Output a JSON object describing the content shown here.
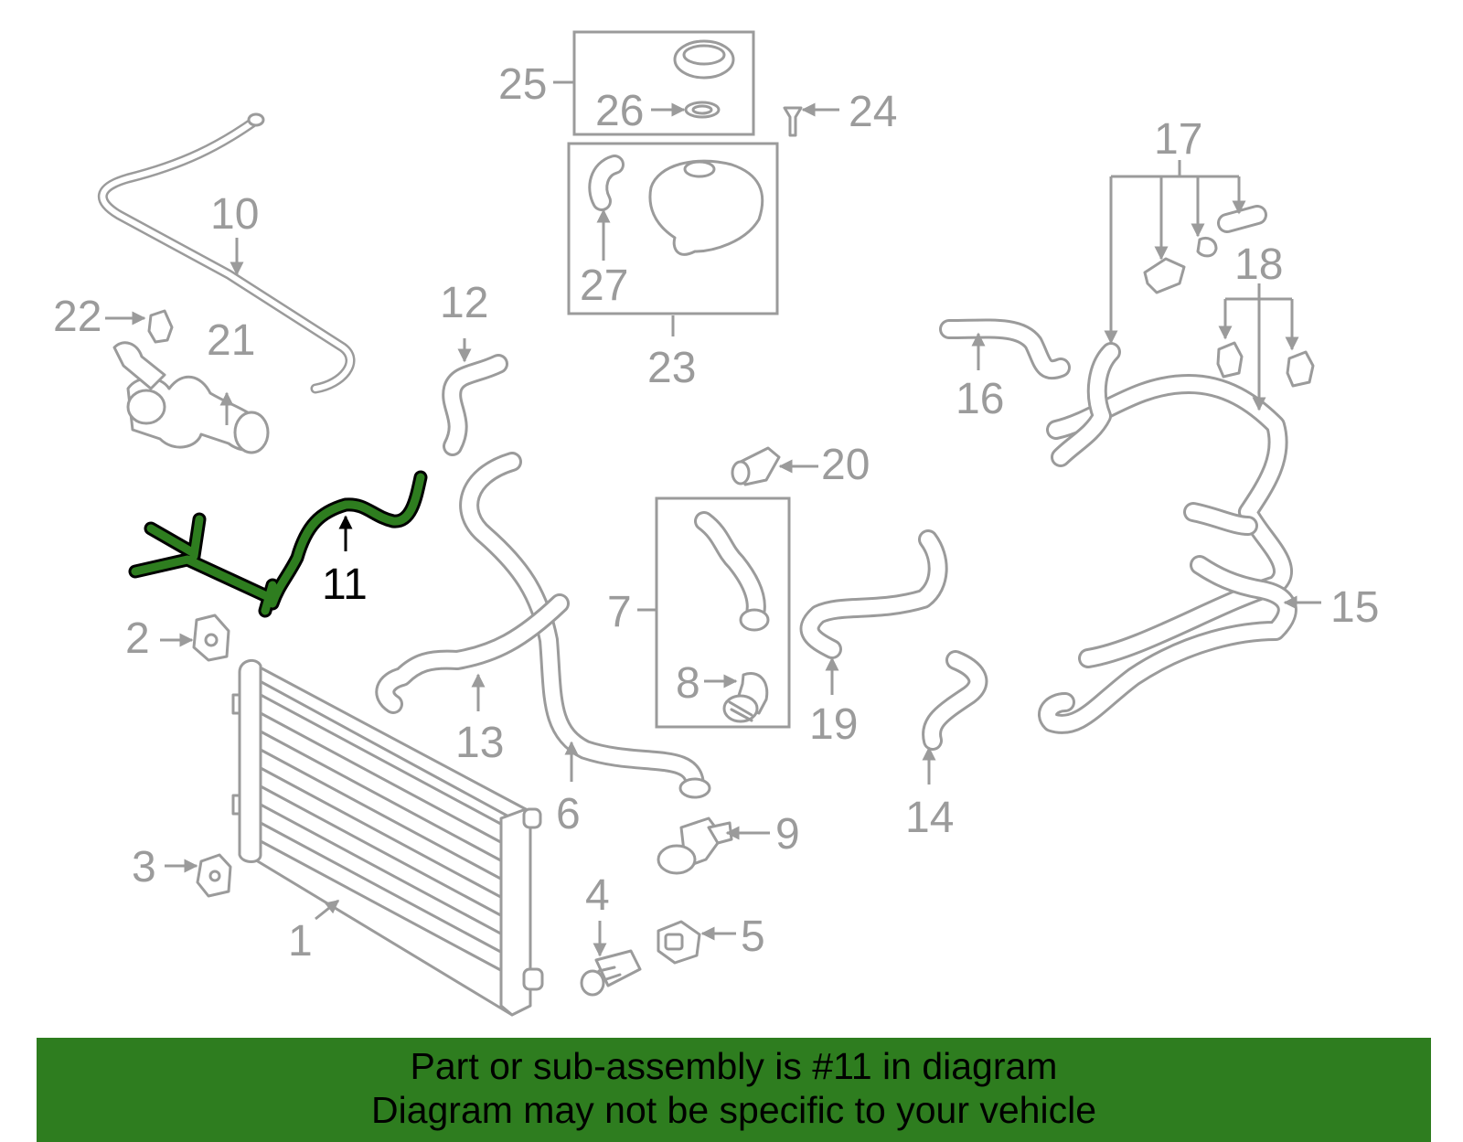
{
  "diagram": {
    "callouts": {
      "c1": "1",
      "c2": "2",
      "c3": "3",
      "c4": "4",
      "c5": "5",
      "c6": "6",
      "c7": "7",
      "c8": "8",
      "c9": "9",
      "c10": "10",
      "c11": "11",
      "c12": "12",
      "c13": "13",
      "c14": "14",
      "c15": "15",
      "c16": "16",
      "c17": "17",
      "c18": "18",
      "c19": "19",
      "c20": "20",
      "c21": "21",
      "c22": "22",
      "c23": "23",
      "c24": "24",
      "c25": "25",
      "c26": "26",
      "c27": "27"
    },
    "highlighted_part": "11",
    "colors": {
      "line_art": "#9b9b9b",
      "highlight": "#2e7d1f",
      "banner_bg": "#2e7d1f"
    }
  },
  "banner": {
    "line1": "Part or sub-assembly is #11 in diagram",
    "line2": "Diagram may not be specific to your vehicle"
  }
}
